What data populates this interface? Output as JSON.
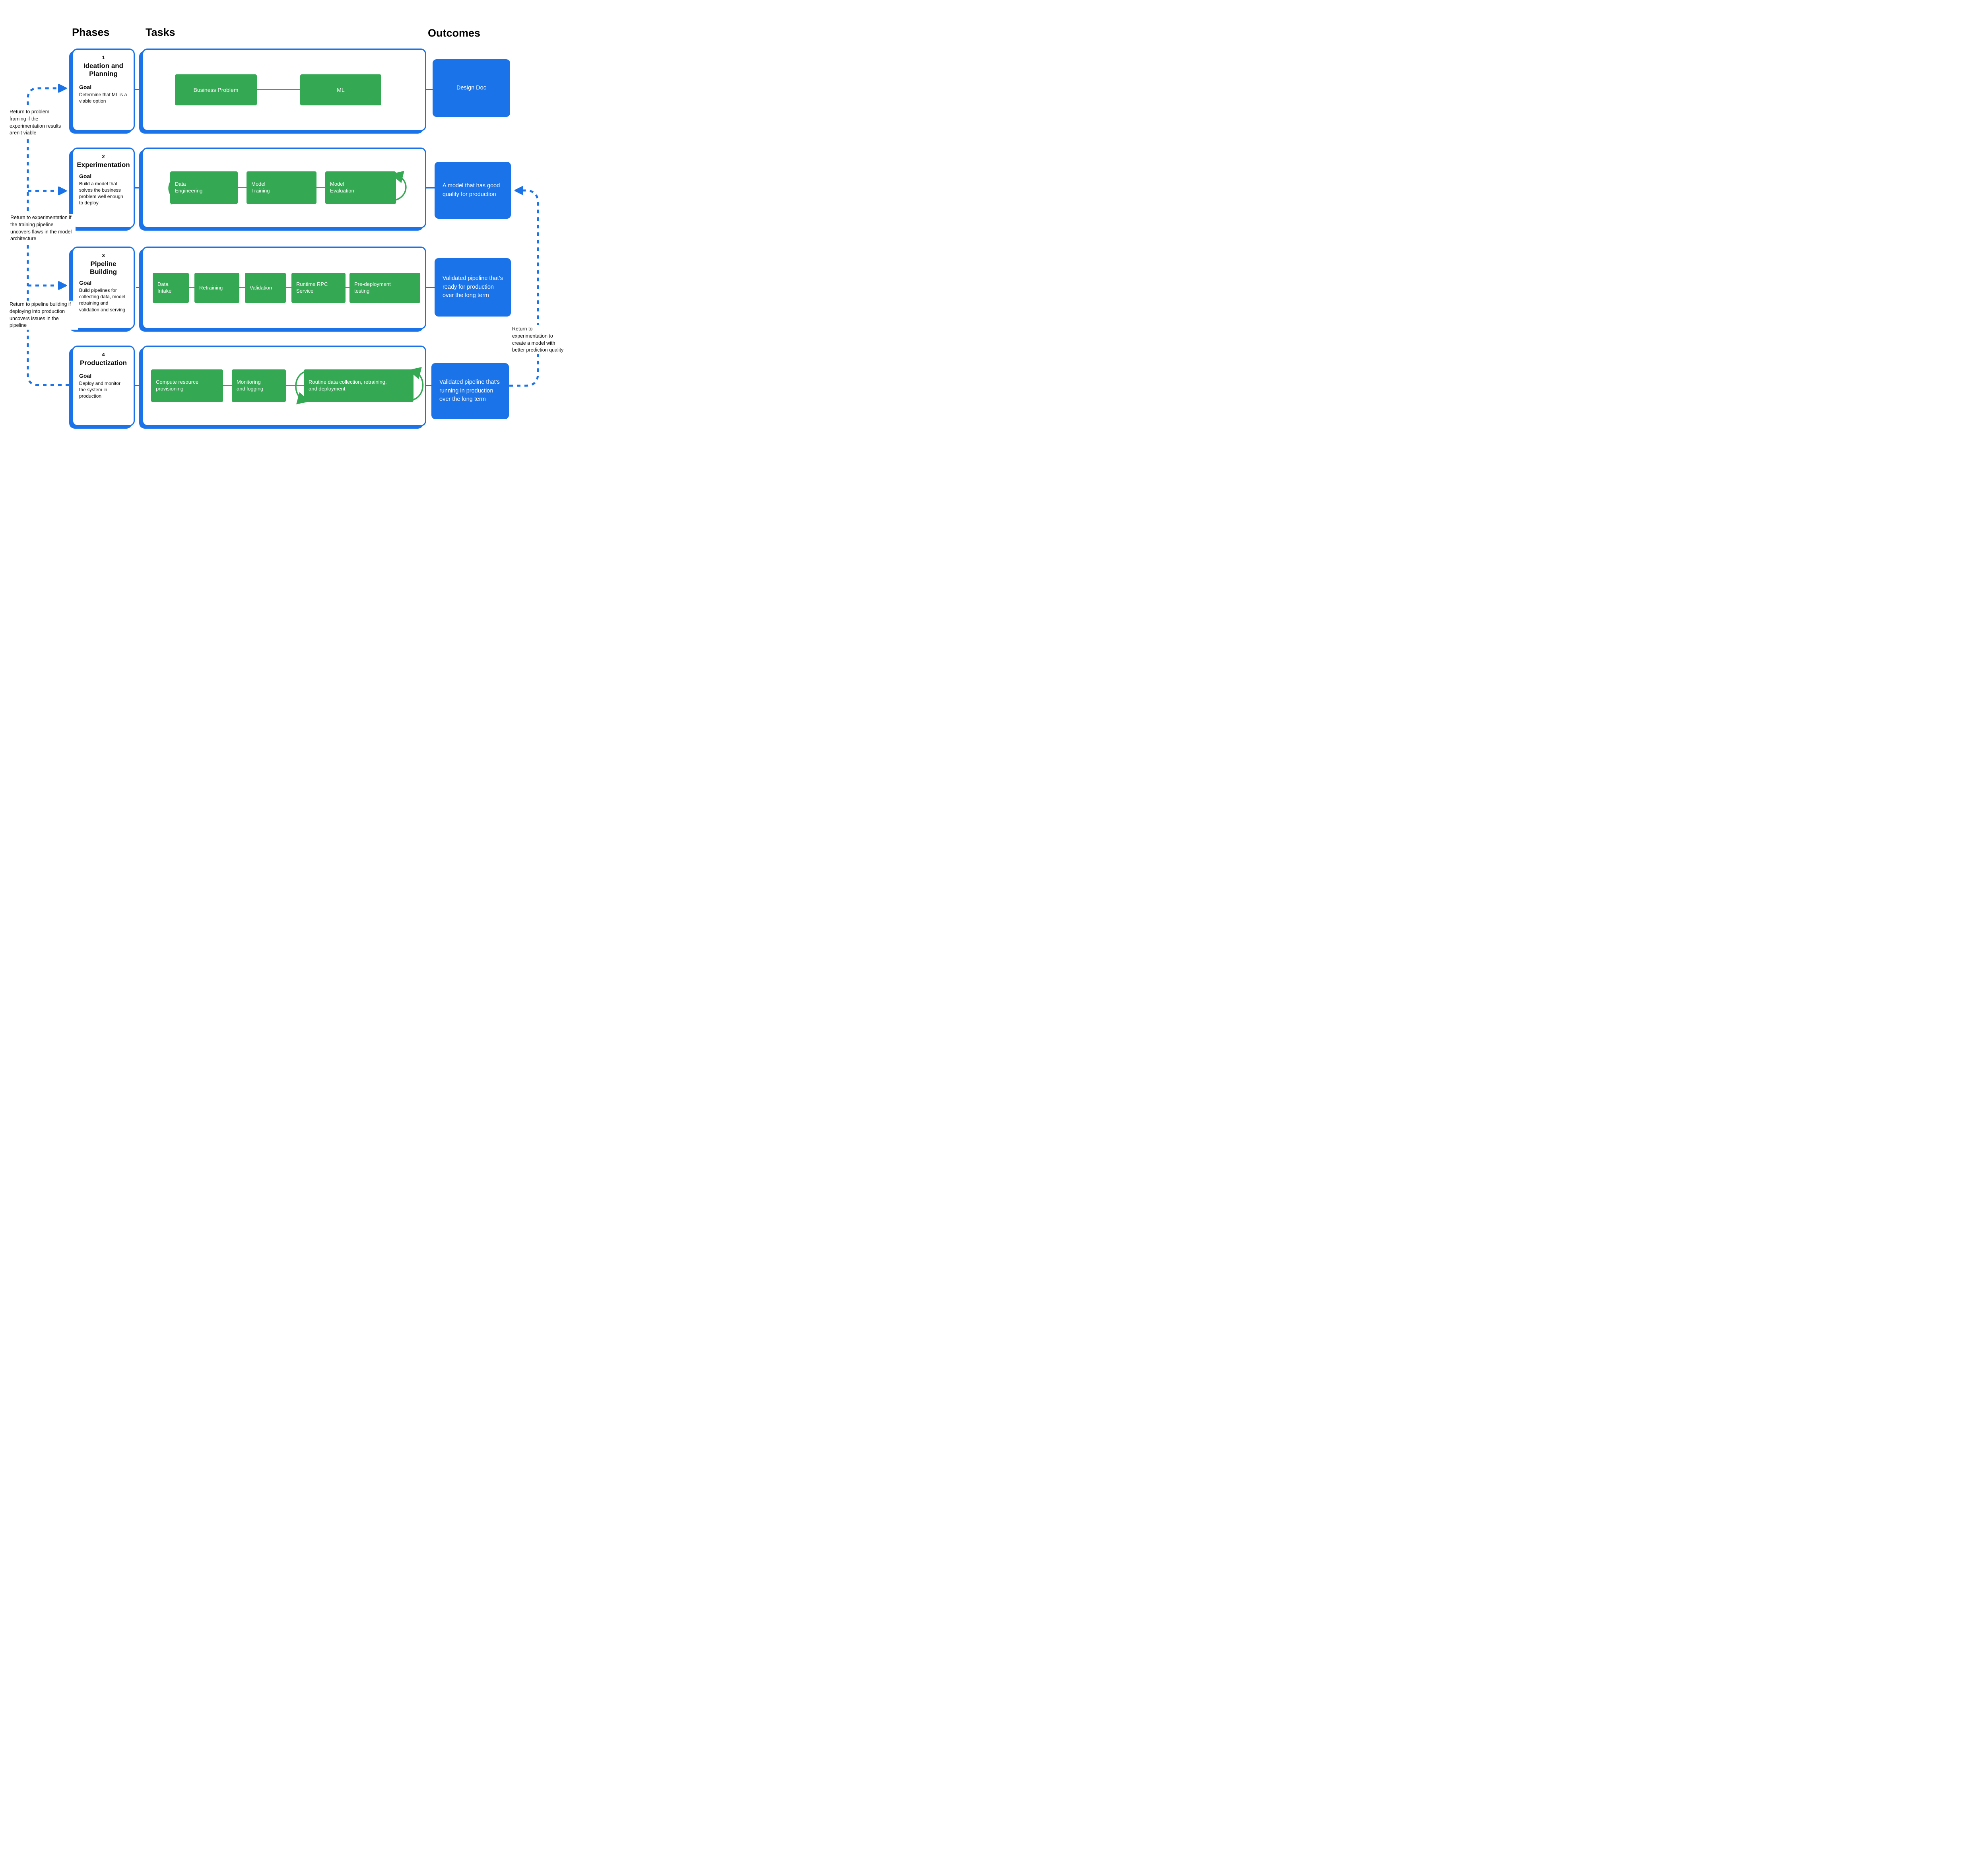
{
  "headers": {
    "phases": "Phases",
    "tasks": "Tasks",
    "outcomes": "Outcomes"
  },
  "colors": {
    "blue": "#1a73e8",
    "green": "#34a853",
    "text": "#000000"
  },
  "phases": [
    {
      "number": "1",
      "title": "Ideation and Planning",
      "goal_label": "Goal",
      "goal": "Determine that ML is a viable option",
      "tasks": [
        "Business Problem",
        "ML"
      ],
      "outcome": "Design Doc"
    },
    {
      "number": "2",
      "title": "Experimentation",
      "goal_label": "Goal",
      "goal": "Build a model that solves the business problem well enough to deploy",
      "tasks": [
        "Data Engineering",
        "Model Training",
        "Model Evaluation"
      ],
      "outcome": "A model that has good quality for production"
    },
    {
      "number": "3",
      "title": "Pipeline Building",
      "goal_label": "Goal",
      "goal": "Build pipelines for collecting data, model retraining and validation and serving",
      "tasks": [
        "Data Intake",
        "Retraining",
        "Validation",
        "Runtime RPC Service",
        "Pre-deployment testing"
      ],
      "outcome": "Validated pipeline that’s ready for production over the long term"
    },
    {
      "number": "4",
      "title": "Productization",
      "goal_label": "Goal",
      "goal": "Deploy and monitor the system in production",
      "tasks": [
        "Compute resource provisioning",
        "Monitoring and logging",
        "Routine data collection, retraining, and deployment"
      ],
      "outcome": "Validated pipeline that’s running in production over the long term"
    }
  ],
  "annotations": [
    {
      "text": "Return to problem framing if the experimentation results aren’t viable",
      "side": "left"
    },
    {
      "text": "Return to experimentation if the training pipeline uncovers flaws in the model architecture",
      "side": "left"
    },
    {
      "text": "Return to pipeline building if deploying into production uncovers issues in the pipeline",
      "side": "left"
    },
    {
      "text": "Return to experimentation to create a model with better prediction quality",
      "side": "right"
    }
  ]
}
